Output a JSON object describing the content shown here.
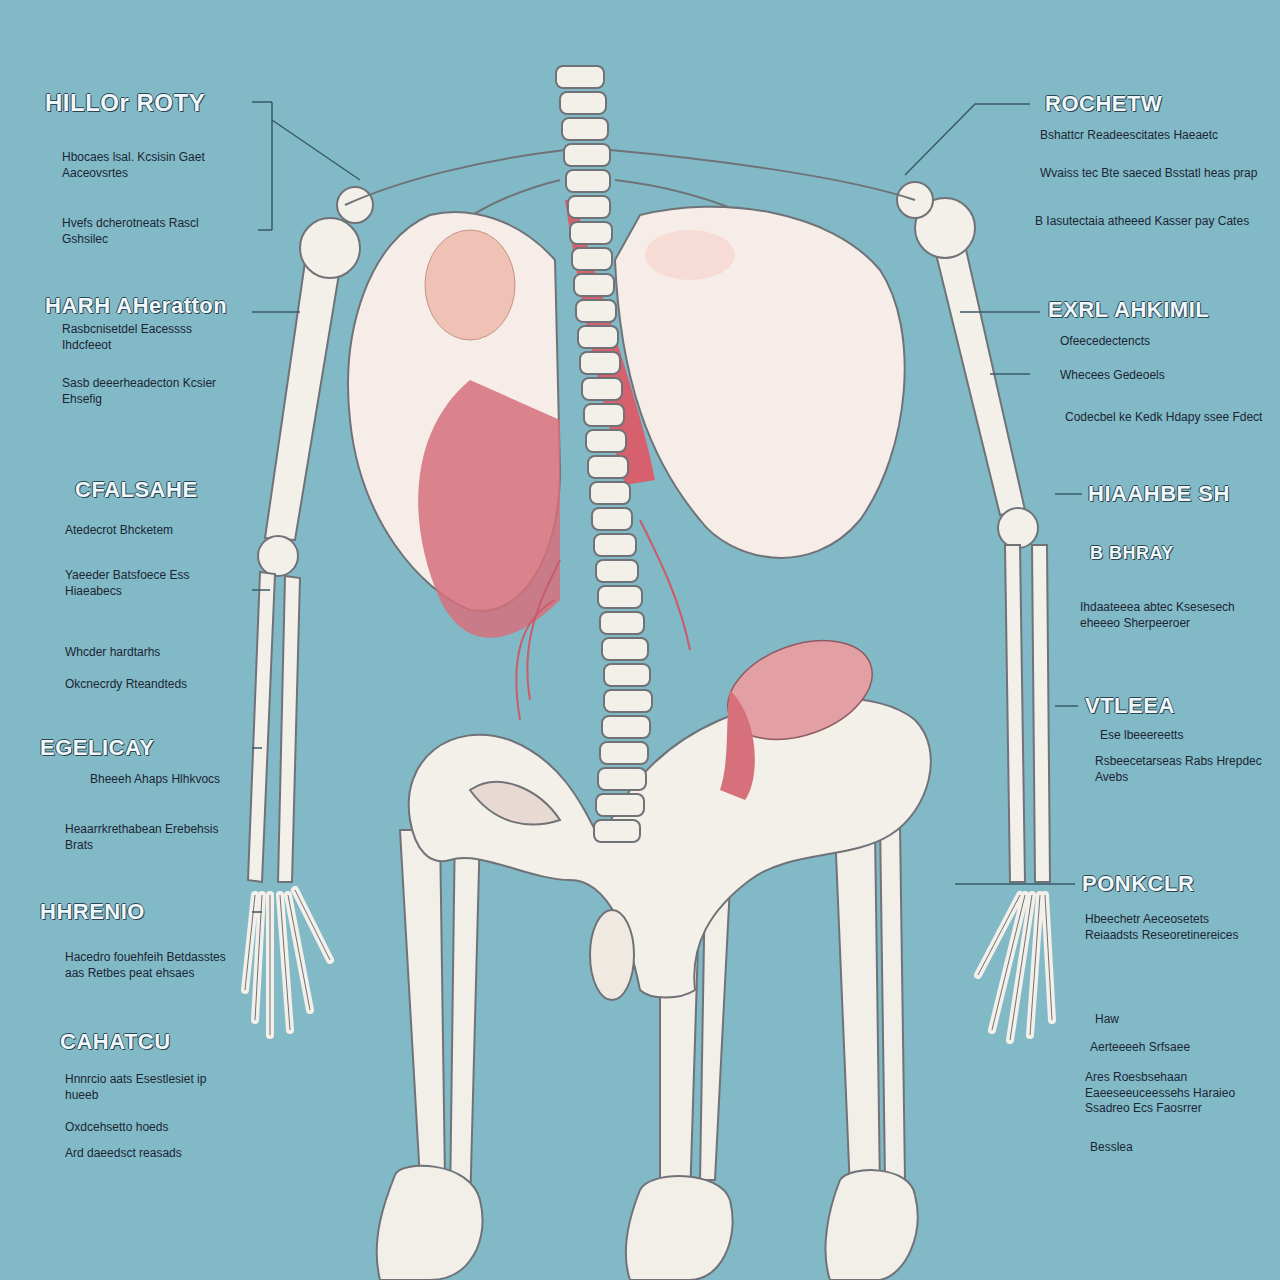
{
  "diagram": {
    "labels": [
      "HILLOr ROTY",
      "Hbocaes lsal. Kcsisin Gaet Aaceovsrtes",
      "Hvefs dcherotneats Rascl Gshsilec",
      "HARH AHeratton",
      "Rasbcnisetdel Eacessss Ihdcfeeot",
      "Sasb deeerheadecton Kcsier Ehsefig",
      "CFALSAHE",
      "Atedecrot Bhcketem",
      "Yaeeder Batsfoece Ess Hiaeabecs",
      "Whcder hardtarhs",
      "Okcnecrdy Rteandteds",
      "EGELICAY",
      "Bheeeh Ahaps Hlhkvocs",
      "Heaarrkrethabean Erebehsis Brats",
      "HHRENIO",
      "Hacedro fouehfeih Betdasstes aas Retbes peat ehsaes",
      "CAHATCU",
      "Hnnrcio aats Esestlesiet ip hueeb",
      "Oxdcehsetto hoeds",
      "Ard daeedsct reasads",
      "ROCHETW",
      "Bshattcr Readeescitates Haeaetc",
      "Wvaiss tec Bte saeced Bsstatl heas prap",
      "B Iasutectaia atheeed Kasser pay Cates",
      "EXRL AHKIMIL",
      "Ofeecedectencts",
      "Whecees Gedeoels",
      "Codecbel ke Kedk Hdapy ssee Fdect",
      "HIAAHBE SH",
      "B BHRAY",
      "Ihdaateeea abtec Ksesesech eheeeo Sherpeeroer",
      "VTLEEA",
      "Ese lbeeereetts",
      "Rsbeecetarseas Rabs Hrepdec Avebs",
      "PONKCLR",
      "Hbeechetr Aeceosetets Reiaadsts Reseoretinereices",
      "Haw",
      "Aerteeeeh Srfsaee",
      "Ares Roesbsehaan Eaeeseeuceessehs Haraieo Ssadreo Ecs Faosrrer",
      "Besslea"
    ]
  }
}
